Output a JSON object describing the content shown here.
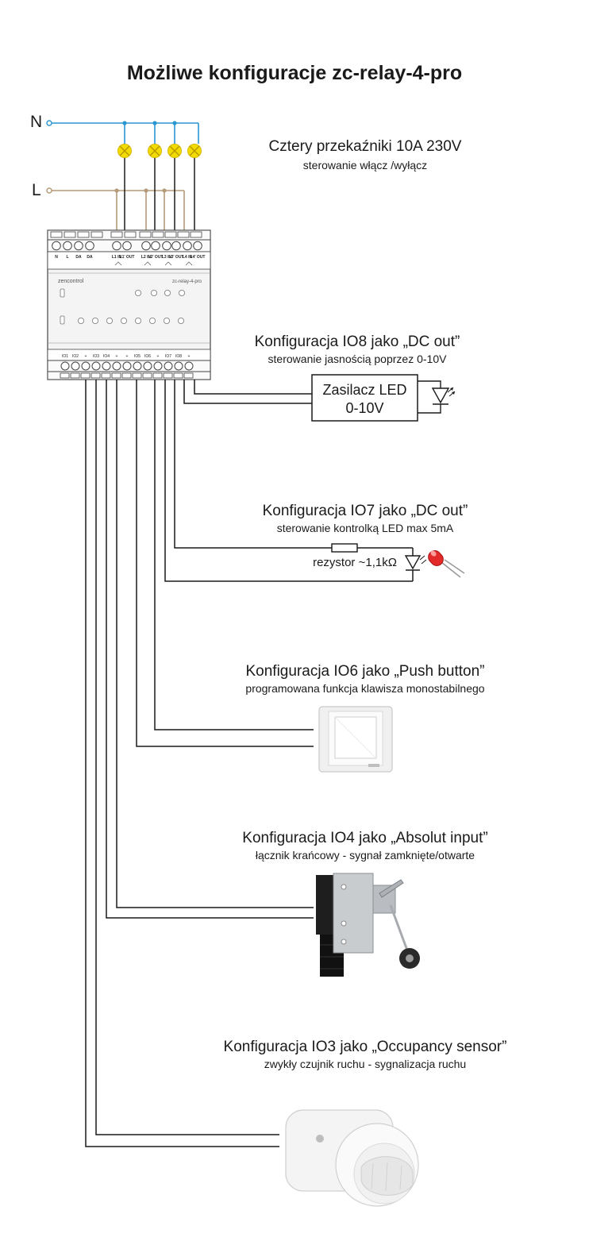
{
  "title": "Możliwe konfiguracje zc-relay-4-pro",
  "lines": {
    "n_label": "N",
    "l_label": "L"
  },
  "colors": {
    "neutral": "#2a96d2",
    "live": "#b49a78",
    "wire": "#1a1a1a",
    "lamp": "#f2dc00"
  },
  "device": {
    "brand": "zencontrol",
    "model": "zc-relay-4-pro",
    "top_terminals": [
      "N",
      "L",
      "DA",
      "DA",
      "L1 IN",
      "L1' OUT",
      "L2 IN",
      "L2' OUT",
      "L3 IN",
      "L3' OUT",
      "L4 IN",
      "L4' OUT"
    ],
    "bottom_terminals": [
      "IO1",
      "IO2",
      "+",
      "IO3",
      "IO4",
      "+",
      "+",
      "IO5",
      "IO6",
      "+",
      "IO7",
      "IO8",
      "+"
    ]
  },
  "sections": {
    "relays": {
      "title": "Cztery przekaźniki 10A 230V",
      "subtitle": "sterowanie włącz /wyłącz"
    },
    "io8": {
      "title": "Konfiguracja IO8 jako „DC out”",
      "subtitle": "sterowanie jasnością poprzez 0-10V",
      "box_line1": "Zasilacz LED",
      "box_line2": "0-10V"
    },
    "io7": {
      "title": "Konfiguracja IO7 jako „DC out”",
      "subtitle": "sterowanie kontrolką LED max 5mA",
      "resistor_label": "rezystor ~1,1kΩ"
    },
    "io6": {
      "title": "Konfiguracja IO6 jako „Push button”",
      "subtitle": "programowana funkcja klawisza monostabilnego"
    },
    "io4": {
      "title": "Konfiguracja IO4 jako „Absolut input”",
      "subtitle": "łącznik krańcowy - sygnał zamknięte/otwarte"
    },
    "io3": {
      "title": "Konfiguracja IO3 jako „Occupancy sensor”",
      "subtitle": "zwykły czujnik ruchu - sygnalizacja ruchu"
    }
  }
}
